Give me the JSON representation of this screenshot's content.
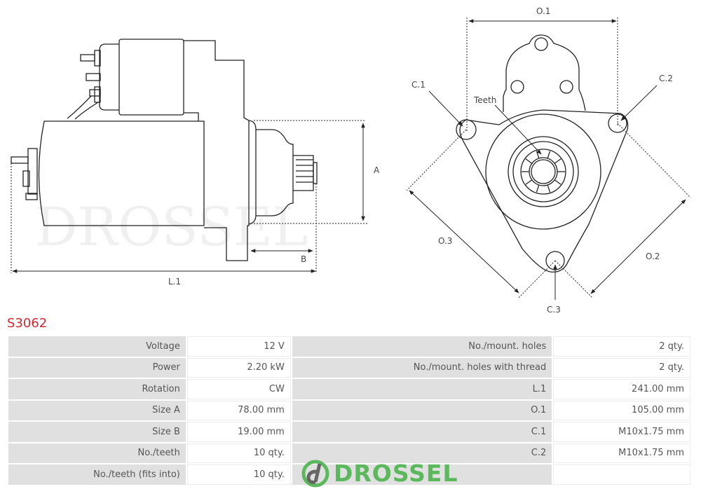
{
  "drawing": {
    "labels": {
      "a": "A",
      "b": "B",
      "l1": "L.1",
      "o1": "O.1",
      "o2": "O.2",
      "o3": "O.3",
      "c1": "C.1",
      "c2": "C.2",
      "c3": "C.3",
      "teeth": "Teeth"
    },
    "watermark": "DROSSEL"
  },
  "part_number": "S3062",
  "specs": [
    {
      "label": "Voltage",
      "value": "12 V",
      "label2": "No./mount. holes",
      "value2": "2 qty."
    },
    {
      "label": "Power",
      "value": "2.20 kW",
      "label2": "No./mount. holes with thread",
      "value2": "2 qty."
    },
    {
      "label": "Rotation",
      "value": "CW",
      "label2": "L.1",
      "value2": "241.00 mm"
    },
    {
      "label": "Size A",
      "value": "78.00 mm",
      "label2": "O.1",
      "value2": "105.00 mm"
    },
    {
      "label": "Size B",
      "value": "19.00 mm",
      "label2": "C.1",
      "value2": "M10x1.75 mm"
    },
    {
      "label": "No./teeth",
      "value": "10 qty.",
      "label2": "C.2",
      "value2": "M10x1.75 mm"
    },
    {
      "label": "No./teeth (fits into)",
      "value": "10 qty.",
      "label2": "",
      "value2": ""
    }
  ],
  "logo": {
    "text": "DROSSEL",
    "color": "#5cb85c"
  },
  "colors": {
    "part_number": "#d7262d",
    "label_bg": "#e0e0e0"
  }
}
